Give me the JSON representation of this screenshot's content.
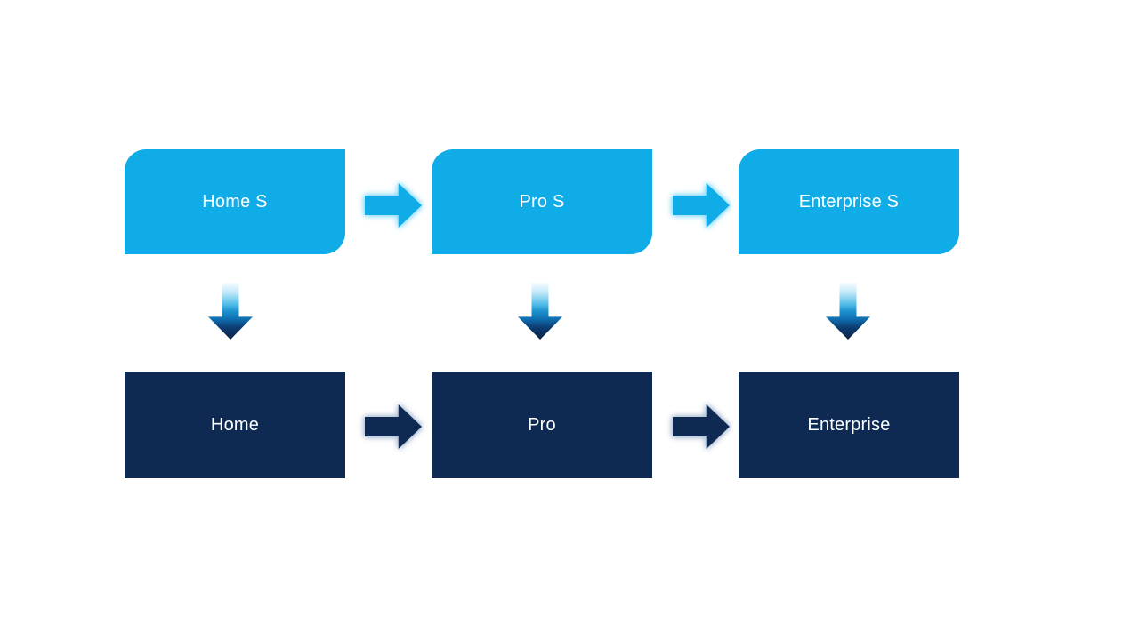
{
  "diagram": {
    "type": "process-flow",
    "columns": [
      {
        "top_label": "Home S",
        "bottom_label": "Home"
      },
      {
        "top_label": "Pro S",
        "bottom_label": "Pro"
      },
      {
        "top_label": "Enterprise S",
        "bottom_label": "Enterprise"
      }
    ],
    "colors": {
      "background": "#FFFFFF",
      "top_box_fill": "#10ACE8",
      "bottom_box_fill": "#0E2A52",
      "box_text": "#FFFFFF",
      "top_arrow_fill": "#10ACE8",
      "top_arrow_glow": "#8FDCF8",
      "bottom_arrow_fill": "#0E2A52",
      "bottom_arrow_glow": "#AEBFD4",
      "down_arrow_top": "#F8FDFF",
      "down_arrow_mid": "#1D92CF",
      "down_arrow_bottom": "#0A2040"
    }
  }
}
